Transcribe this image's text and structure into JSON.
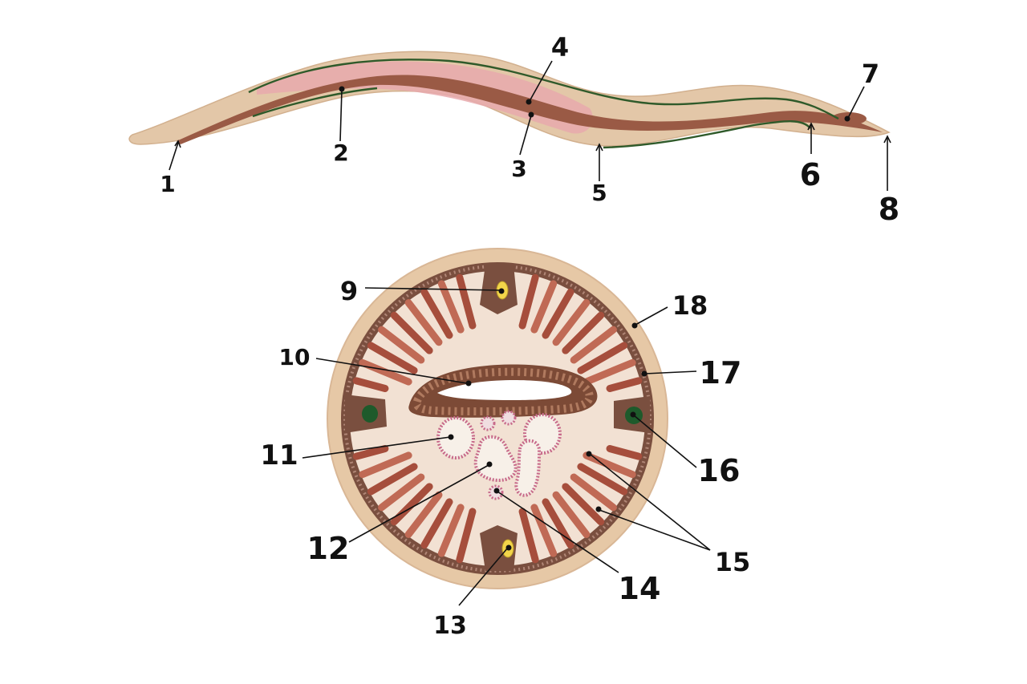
{
  "labels": {
    "l1": "1",
    "l2": "2",
    "l3": "3",
    "l4": "4",
    "l5": "5",
    "l6": "6",
    "l7": "7",
    "l8": "8",
    "l9": "9",
    "l10": "10",
    "l11": "11",
    "l12": "12",
    "l13": "13",
    "l14": "14",
    "l15": "15",
    "l16": "16",
    "l17": "17",
    "l18": "18"
  },
  "colors": {
    "body": "#e3c7a8",
    "body_edge": "#cfae8c",
    "gut": "#9a5a45",
    "gonad": "#e3a3a8",
    "nerve": "#2f5a2a",
    "muscle": "#a64e3c",
    "muscle_light": "#c9806a",
    "cuticle": "#e6c8a6",
    "hypodermis": "#7a4f3f",
    "pseudocoel": "#f2e1d3",
    "nerve_cord": "#f2d54a",
    "excretory": "#1e5a2b",
    "intestine": "#7c4a36"
  }
}
